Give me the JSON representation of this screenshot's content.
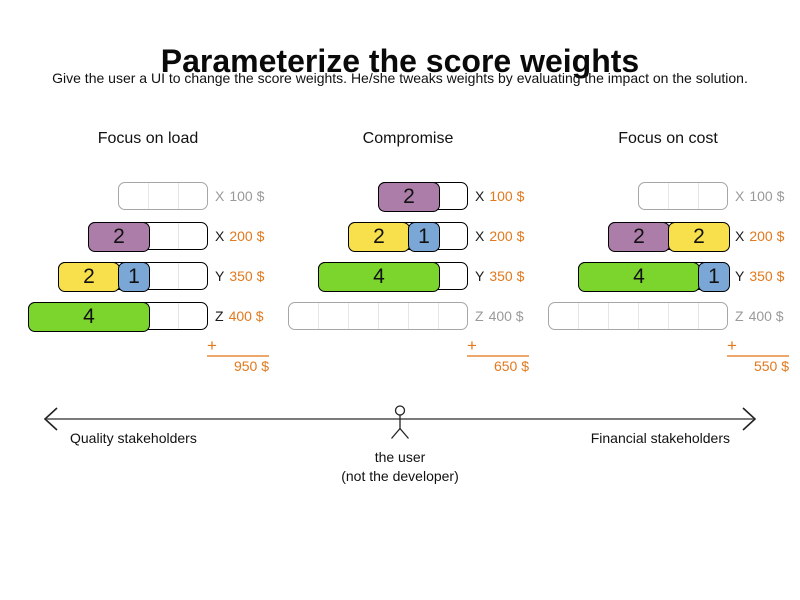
{
  "title": "Parameterize the score weights",
  "subtitle": "Give the user a UI to change the score weights. He/she tweaks weights by evaluating the impact on the solution.",
  "plus_sign": "+",
  "colors": {
    "purple_block": "#ab7da8",
    "yellow_block": "#f7e04b",
    "blue_block": "#7ba7d7",
    "green_block": "#7bd52d",
    "cost_text_orange": "#e2791d",
    "sum_line_orange": "#eda76a",
    "empty_gray": "#9a9a9a",
    "axis_line_gray": "#7a7a7a"
  },
  "columns": [
    {
      "title": "Focus on load",
      "total": "950 $",
      "rows": [
        {
          "slots": 3,
          "empty": true,
          "label_letter": "X",
          "label_cost": "100 $",
          "blocks": []
        },
        {
          "slots": 4,
          "empty": false,
          "label_letter": "X",
          "label_cost": "200 $",
          "blocks": [
            {
              "value": 2,
              "color": "purple",
              "span": 2
            }
          ]
        },
        {
          "slots": 5,
          "empty": false,
          "label_letter": "Y",
          "label_cost": "350 $",
          "blocks": [
            {
              "value": 2,
              "color": "yellow",
              "span": 2
            },
            {
              "value": 1,
              "color": "blue",
              "span": 1
            }
          ]
        },
        {
          "slots": 6,
          "empty": false,
          "label_letter": "Z",
          "label_cost": "400 $",
          "blocks": [
            {
              "value": 4,
              "color": "green",
              "span": 4
            }
          ]
        }
      ]
    },
    {
      "title": "Compromise",
      "total": "650 $",
      "rows": [
        {
          "slots": 3,
          "empty": false,
          "label_letter": "X",
          "label_cost": "100 $",
          "blocks": [
            {
              "value": 2,
              "color": "purple",
              "span": 2
            }
          ]
        },
        {
          "slots": 4,
          "empty": false,
          "label_letter": "X",
          "label_cost": "200 $",
          "blocks": [
            {
              "value": 2,
              "color": "yellow",
              "span": 2
            },
            {
              "value": 1,
              "color": "blue",
              "span": 1
            }
          ]
        },
        {
          "slots": 5,
          "empty": false,
          "label_letter": "Y",
          "label_cost": "350 $",
          "blocks": [
            {
              "value": 4,
              "color": "green",
              "span": 4
            }
          ]
        },
        {
          "slots": 6,
          "empty": true,
          "label_letter": "Z",
          "label_cost": "400 $",
          "blocks": []
        }
      ]
    },
    {
      "title": "Focus on cost",
      "total": "550 $",
      "rows": [
        {
          "slots": 3,
          "empty": true,
          "label_letter": "X",
          "label_cost": "100 $",
          "blocks": []
        },
        {
          "slots": 4,
          "empty": false,
          "label_letter": "X",
          "label_cost": "200 $",
          "blocks": [
            {
              "value": 2,
              "color": "purple",
              "span": 2
            },
            {
              "value": 2,
              "color": "yellow",
              "span": 2
            }
          ]
        },
        {
          "slots": 5,
          "empty": false,
          "label_letter": "Y",
          "label_cost": "350 $",
          "blocks": [
            {
              "value": 4,
              "color": "green",
              "span": 4
            },
            {
              "value": 1,
              "color": "blue",
              "span": 1
            }
          ]
        },
        {
          "slots": 6,
          "empty": true,
          "label_letter": "Z",
          "label_cost": "400 $",
          "blocks": []
        }
      ]
    }
  ],
  "axis": {
    "left_label": "Quality stakeholders",
    "right_label": "Financial stakeholders",
    "center_label_line1": "the user",
    "center_label_line2": "(not the developer)"
  }
}
